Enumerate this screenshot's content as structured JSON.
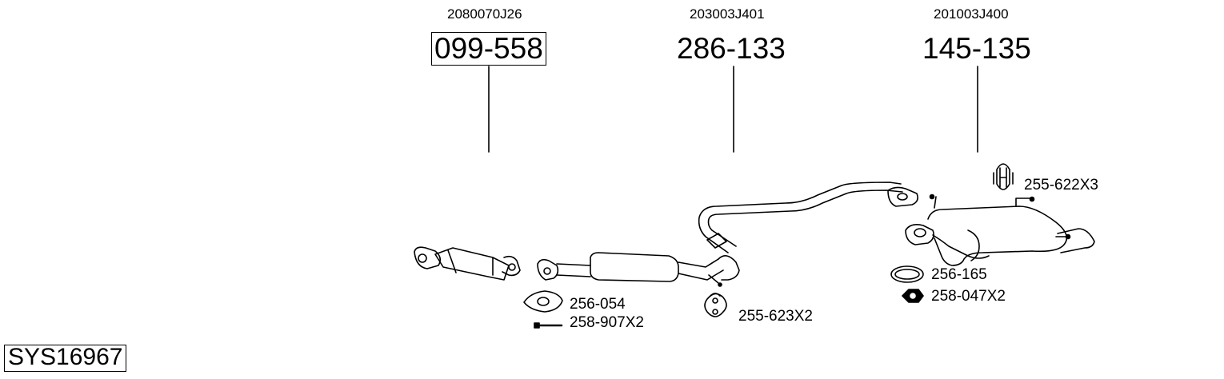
{
  "system_code": "SYS16967",
  "parts": [
    {
      "oem": "2080070J26",
      "number": "099-558"
    },
    {
      "oem": "203003J401",
      "number": "286-133"
    },
    {
      "oem": "201003J400",
      "number": "145-135"
    }
  ],
  "accessories": [
    {
      "label": "256-054"
    },
    {
      "label": "258-907X2"
    },
    {
      "label": "255-623X2"
    },
    {
      "label": "255-622X3"
    },
    {
      "label": "256-165"
    },
    {
      "label": "258-047X2"
    }
  ]
}
